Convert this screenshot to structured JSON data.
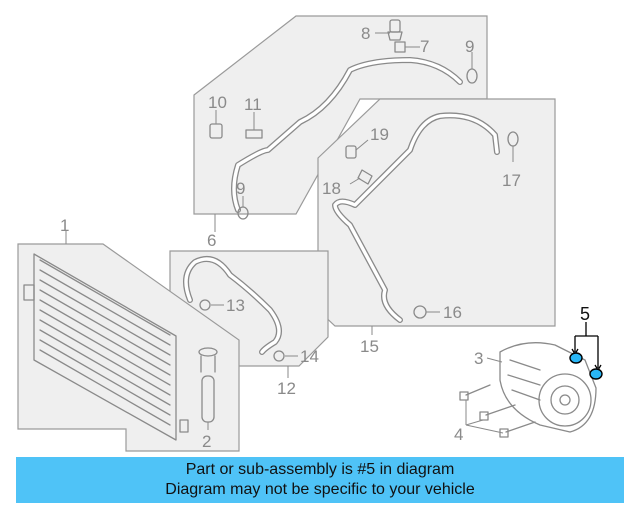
{
  "callouts": {
    "c1": "1",
    "c2": "2",
    "c3": "3",
    "c4": "4",
    "c5": "5",
    "c6": "6",
    "c7": "7",
    "c8": "8",
    "c9a": "9",
    "c9b": "9",
    "c10": "10",
    "c11": "11",
    "c12": "12",
    "c13": "13",
    "c14": "14",
    "c15": "15",
    "c16": "16",
    "c17": "17",
    "c18": "18",
    "c19": "19"
  },
  "highlight": {
    "part_number": "5",
    "color": "#29b6f6"
  },
  "banner": {
    "line1": "Part or sub-assembly is #5 in diagram",
    "line2": "Diagram may not be specific to your vehicle",
    "background": "#4fc3f7"
  }
}
